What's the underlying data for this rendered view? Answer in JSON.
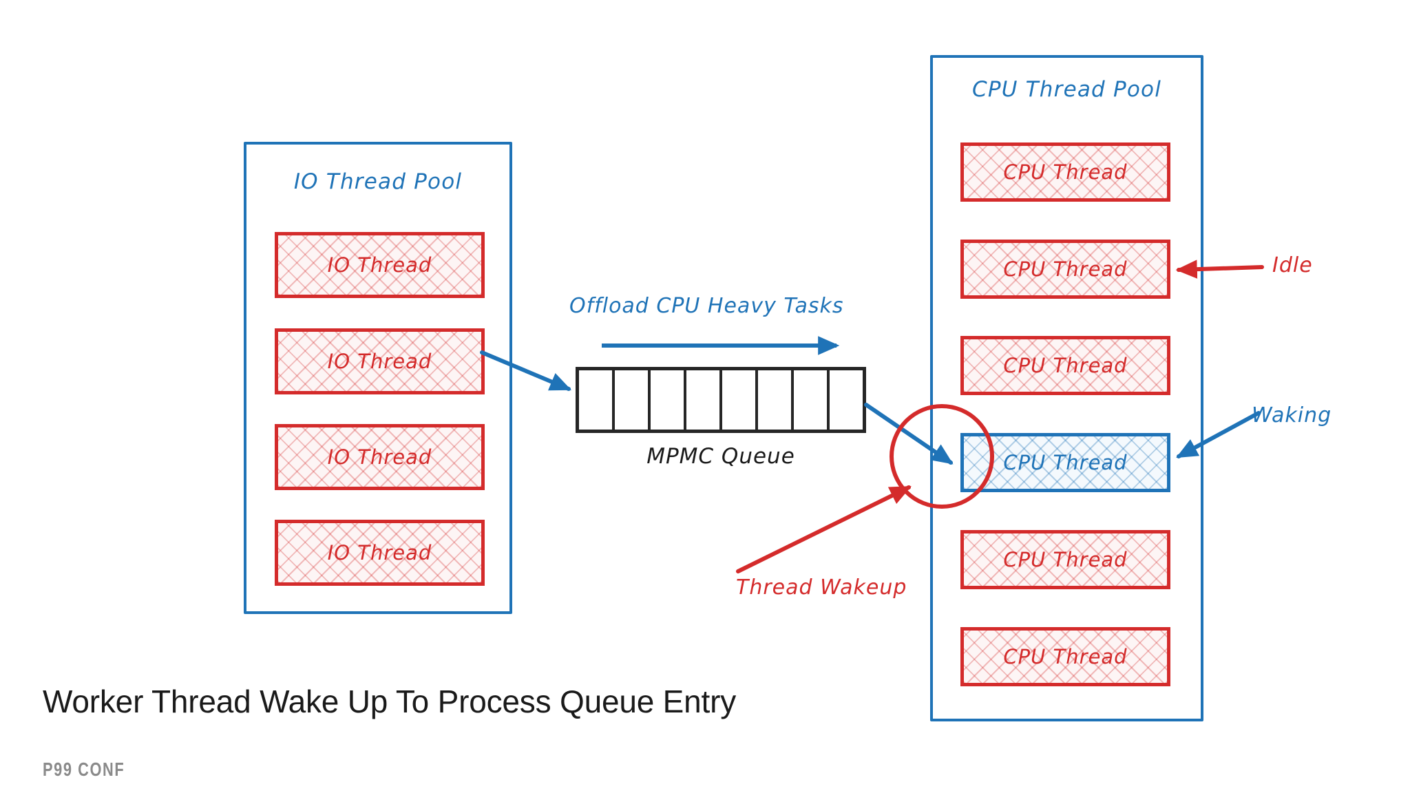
{
  "caption": "Worker Thread Wake Up To Process Queue Entry",
  "logo": "P99 CONF",
  "colors": {
    "blue": "#1f73b7",
    "red": "#d42b2b",
    "black": "#262626",
    "caption_black": "#1a1a1a",
    "logo_gray": "#8a8a8a"
  },
  "io_pool": {
    "title": "IO Thread Pool",
    "threads": [
      {
        "label": "IO Thread",
        "state": "idle"
      },
      {
        "label": "IO Thread",
        "state": "idle"
      },
      {
        "label": "IO Thread",
        "state": "idle"
      },
      {
        "label": "IO Thread",
        "state": "idle"
      }
    ]
  },
  "cpu_pool": {
    "title": "CPU Thread Pool",
    "threads": [
      {
        "label": "CPU Thread",
        "state": "idle"
      },
      {
        "label": "CPU Thread",
        "state": "idle"
      },
      {
        "label": "CPU Thread",
        "state": "idle"
      },
      {
        "label": "CPU Thread",
        "state": "waking"
      },
      {
        "label": "CPU Thread",
        "state": "idle"
      },
      {
        "label": "CPU Thread",
        "state": "idle"
      }
    ]
  },
  "queue": {
    "label": "MPMC Queue",
    "cell_count": 8
  },
  "annotations": {
    "offload": "Offload CPU Heavy Tasks",
    "idle": "Idle",
    "waking": "Waking",
    "thread_wakeup": "Thread Wakeup"
  }
}
